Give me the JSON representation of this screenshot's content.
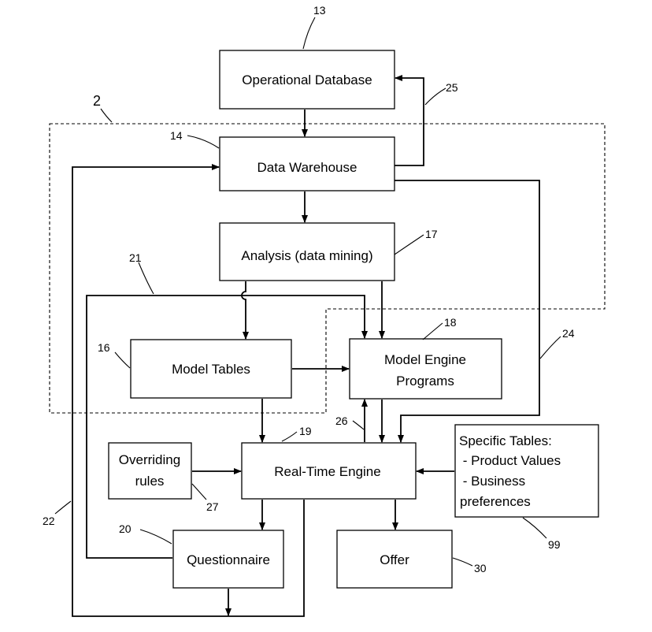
{
  "boxes": {
    "operational_database": "Operational Database",
    "data_warehouse": "Data Warehouse",
    "analysis": "Analysis (data mining)",
    "model_tables": "Model Tables",
    "model_engine_line1": "Model Engine",
    "model_engine_line2": "Programs",
    "real_time_engine": "Real-Time Engine",
    "overriding_line1": "Overriding",
    "overriding_line2": "rules",
    "specific_tables": [
      "Specific Tables:",
      " - Product Values",
      " - Business",
      "preferences"
    ],
    "questionnaire": "Questionnaire",
    "offer": "Offer"
  },
  "refs": {
    "r13": "13",
    "r2": "2",
    "r25": "25",
    "r14": "14",
    "r17": "17",
    "r21": "21",
    "r18": "18",
    "r24": "24",
    "r16": "16",
    "r26": "26",
    "r19": "19",
    "r27": "27",
    "r22": "22",
    "r20": "20",
    "r99": "99",
    "r30": "30"
  }
}
